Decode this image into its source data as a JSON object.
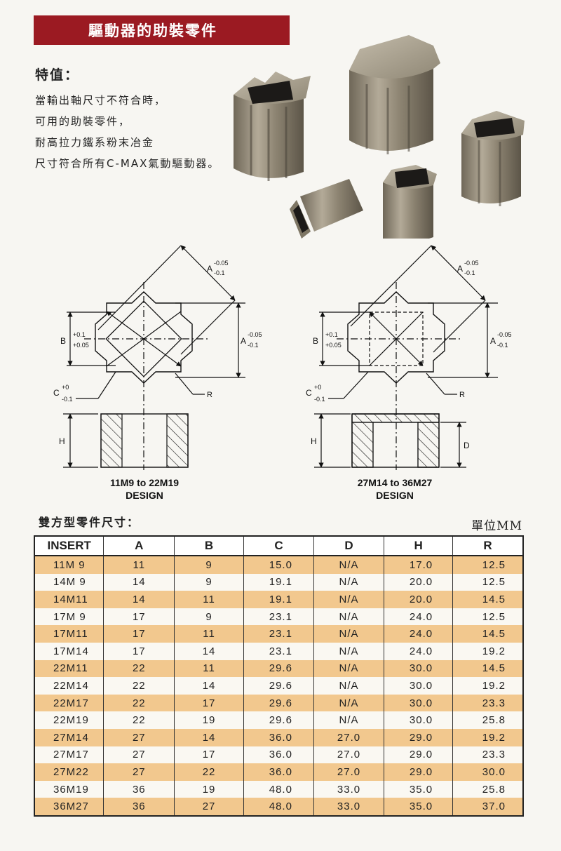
{
  "header": {
    "title": "驅動器的助裝零件"
  },
  "features": {
    "title": "特值：",
    "lines": [
      "當輸出軸尺寸不符合時，",
      "可用的助裝零件，",
      "耐高拉力鐵系粉末冶金",
      "尺寸符合所有C-MAX氣動驅動器。"
    ]
  },
  "drawing_left": {
    "a_label": "A",
    "a_tol_upper": "-0.05",
    "a_tol_lower": "-0.1",
    "a2_label": "A",
    "a2_tol_upper": "-0.05",
    "a2_tol_lower": "-0.1",
    "b_label": "B",
    "b_tol_upper": "+0.1",
    "b_tol_lower": "+0.05",
    "c_label": "C",
    "c_tol_upper": "+0",
    "c_tol_lower": "-0.1",
    "r_label": "R",
    "h_label": "H",
    "caption_line1": "11M9 to 22M19",
    "caption_line2": "DESIGN"
  },
  "drawing_right": {
    "a_label": "A",
    "a_tol_upper": "-0.05",
    "a_tol_lower": "-0.1",
    "a2_label": "A",
    "a2_tol_upper": "-0.05",
    "a2_tol_lower": "-0.1",
    "b_label": "B",
    "b_tol_upper": "+0.1",
    "b_tol_lower": "+0.05",
    "c_label": "C",
    "c_tol_upper": "+0",
    "c_tol_lower": "-0.1",
    "r_label": "R",
    "h_label": "H",
    "d_label": "D",
    "caption_line1": "27M14 to 36M27",
    "caption_line2": "DESIGN"
  },
  "table": {
    "title": "雙方型零件尺寸：",
    "unit": "單位MM",
    "headers": [
      "INSERT",
      "A",
      "B",
      "C",
      "D",
      "H",
      "R"
    ],
    "rows": [
      [
        "11M 9",
        "11",
        "9",
        "15.0",
        "N/A",
        "17.0",
        "12.5"
      ],
      [
        "14M 9",
        "14",
        "9",
        "19.1",
        "N/A",
        "20.0",
        "12.5"
      ],
      [
        "14M11",
        "14",
        "11",
        "19.1",
        "N/A",
        "20.0",
        "14.5"
      ],
      [
        "17M 9",
        "17",
        "9",
        "23.1",
        "N/A",
        "24.0",
        "12.5"
      ],
      [
        "17M11",
        "17",
        "11",
        "23.1",
        "N/A",
        "24.0",
        "14.5"
      ],
      [
        "17M14",
        "17",
        "14",
        "23.1",
        "N/A",
        "24.0",
        "19.2"
      ],
      [
        "22M11",
        "22",
        "11",
        "29.6",
        "N/A",
        "30.0",
        "14.5"
      ],
      [
        "22M14",
        "22",
        "14",
        "29.6",
        "N/A",
        "30.0",
        "19.2"
      ],
      [
        "22M17",
        "22",
        "17",
        "29.6",
        "N/A",
        "30.0",
        "23.3"
      ],
      [
        "22M19",
        "22",
        "19",
        "29.6",
        "N/A",
        "30.0",
        "25.8"
      ],
      [
        "27M14",
        "27",
        "14",
        "36.0",
        "27.0",
        "29.0",
        "19.2"
      ],
      [
        "27M17",
        "27",
        "17",
        "36.0",
        "27.0",
        "29.0",
        "23.3"
      ],
      [
        "27M22",
        "27",
        "22",
        "36.0",
        "27.0",
        "29.0",
        "30.0"
      ],
      [
        "36M19",
        "36",
        "19",
        "48.0",
        "33.0",
        "35.0",
        "25.8"
      ],
      [
        "36M27",
        "36",
        "27",
        "48.0",
        "33.0",
        "35.0",
        "37.0"
      ]
    ]
  },
  "colors": {
    "title_bar": "#9b1a22",
    "row_stripe": "#f2c88e",
    "part_metal": "#8a8170"
  }
}
